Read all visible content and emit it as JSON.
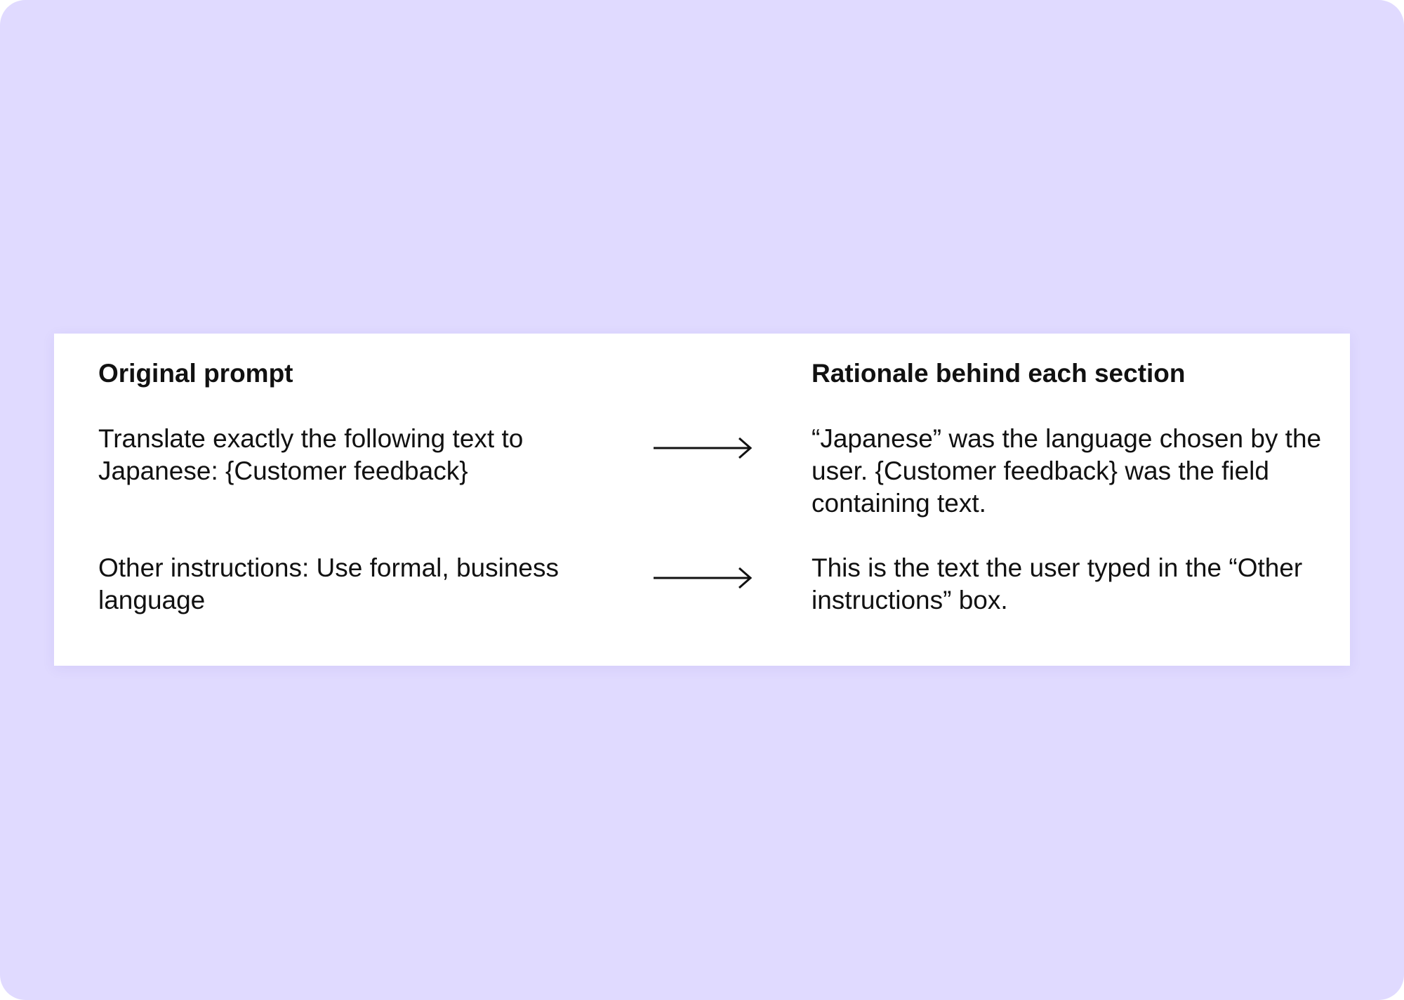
{
  "headers": {
    "left": "Original prompt",
    "right": "Rationale behind each section"
  },
  "rows": [
    {
      "prompt": "Translate exactly the following text to Japanese: {Customer feedback}",
      "rationale": "“Japanese” was the language chosen by the user. {Customer feedback} was the field containing text."
    },
    {
      "prompt": "Other instructions: Use formal, business language",
      "rationale": "This is the text the user typed in the “Other instructions” box."
    }
  ],
  "colors": {
    "background": "#e0daff",
    "card": "#ffffff",
    "text": "#111111"
  },
  "icons": {
    "connector": "arrow-right-icon"
  }
}
